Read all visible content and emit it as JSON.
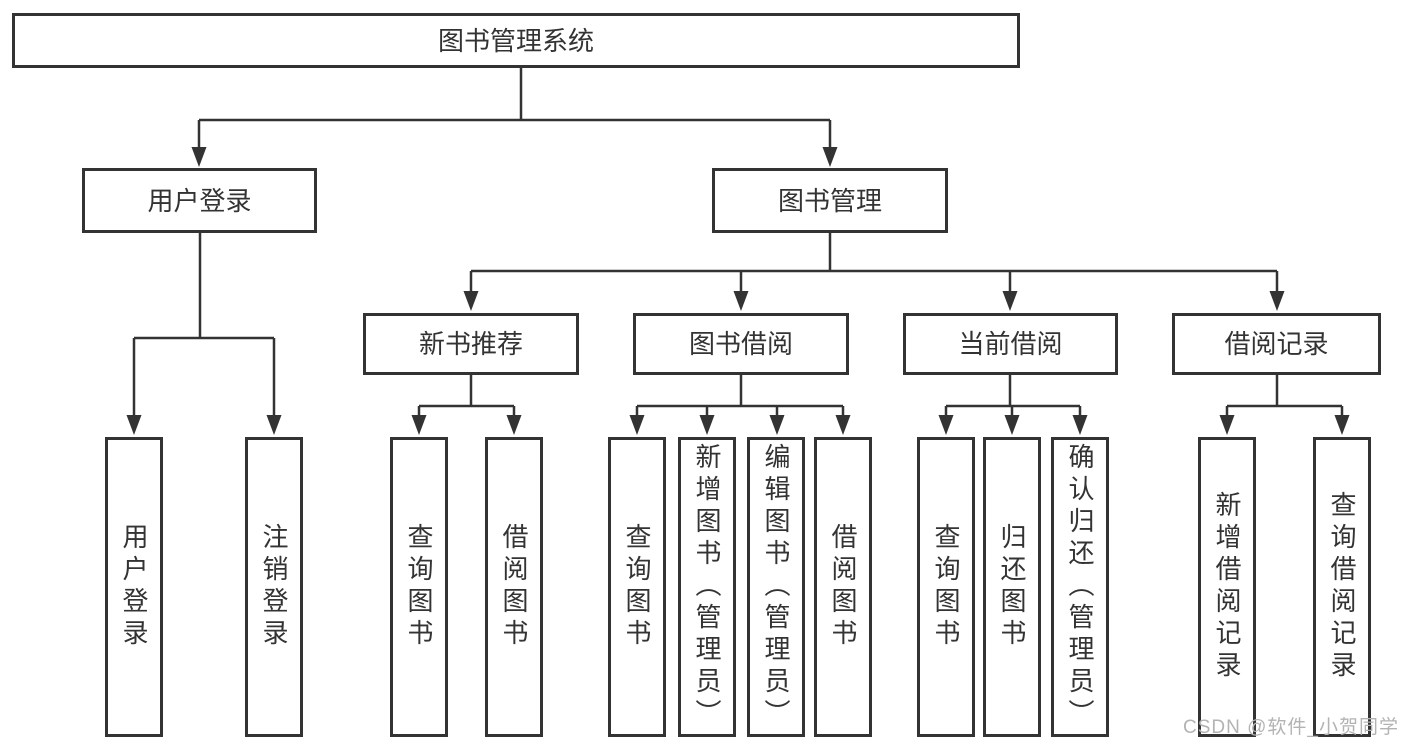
{
  "root": {
    "label": "图书管理系统"
  },
  "level2": [
    {
      "label": "用户登录"
    },
    {
      "label": "图书管理"
    }
  ],
  "level3": [
    {
      "label": "新书推荐"
    },
    {
      "label": "图书借阅"
    },
    {
      "label": "当前借阅"
    },
    {
      "label": "借阅记录"
    }
  ],
  "leaves": {
    "userLogin": [
      {
        "label": "用户登录"
      },
      {
        "label": "注销登录"
      }
    ],
    "newBooks": [
      {
        "label": "查询图书"
      },
      {
        "label": "借阅图书"
      }
    ],
    "bookBorrow": [
      {
        "label": "查询图书"
      },
      {
        "label": "新增图书（管理员）"
      },
      {
        "label": "编辑图书（管理员）"
      },
      {
        "label": "借阅图书"
      }
    ],
    "currentBorrow": [
      {
        "label": "查询图书"
      },
      {
        "label": "归还图书"
      },
      {
        "label": "确认归还（管理员）"
      }
    ],
    "borrowRecords": [
      {
        "label": "新增借阅记录"
      },
      {
        "label": "查询借阅记录"
      }
    ]
  },
  "watermark": {
    "text": "CSDN @软件_小贺同学"
  },
  "colors": {
    "line": "#333333",
    "box_border": "#333333",
    "text": "#333333",
    "background": "#ffffff",
    "watermark": "#b3b3b3"
  }
}
